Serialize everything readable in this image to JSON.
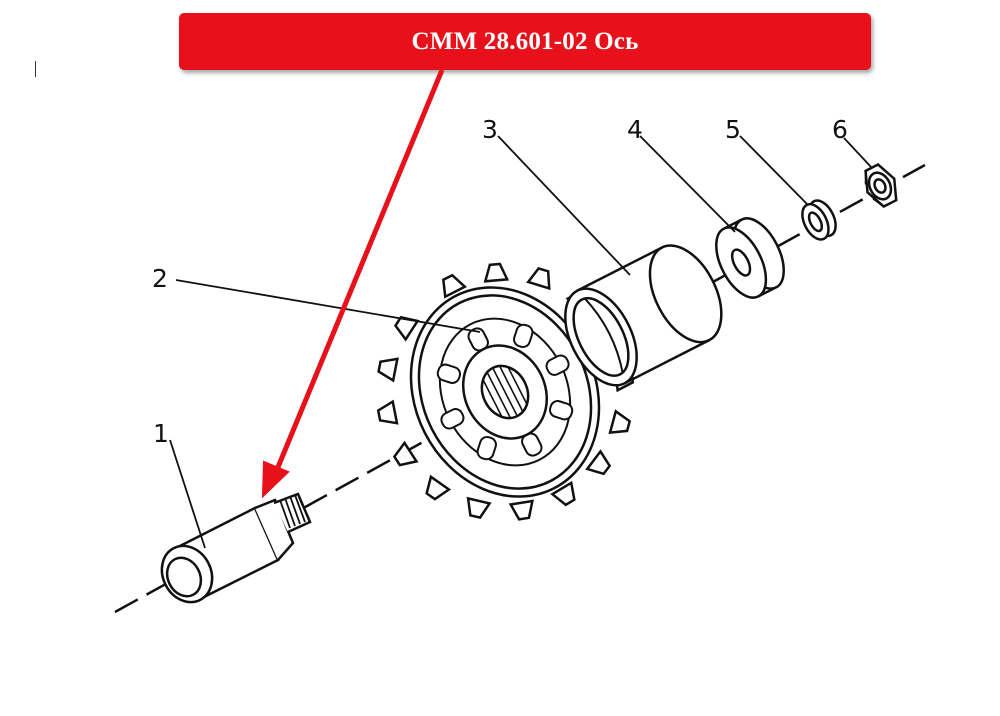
{
  "banner": {
    "title": "СММ 28.601-02 Ось"
  },
  "callouts": [
    {
      "id": "1",
      "label": "1"
    },
    {
      "id": "2",
      "label": "2"
    },
    {
      "id": "3",
      "label": "3"
    },
    {
      "id": "4",
      "label": "4"
    },
    {
      "id": "5",
      "label": "5"
    },
    {
      "id": "6",
      "label": "6"
    }
  ],
  "colors": {
    "accent": "#e8111b",
    "line": "#111111"
  }
}
